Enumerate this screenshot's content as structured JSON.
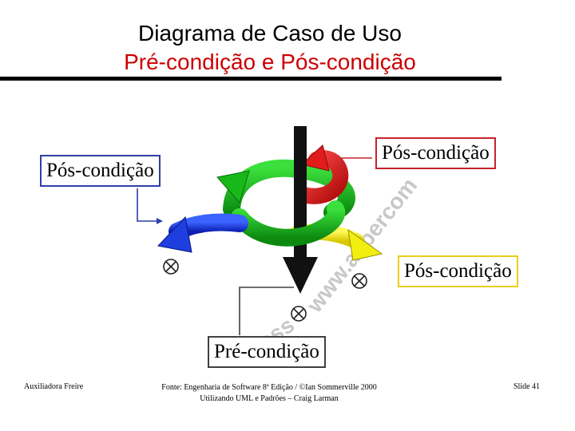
{
  "slide": {
    "title": "Diagrama de Caso de Uso",
    "subtitle": "Pré-condição e Pós-condição"
  },
  "labels": {
    "postcondition_left": "Pós-condição",
    "postcondition_top_right": "Pós-condição",
    "postcondition_right": "Pós-condição",
    "precondition": "Pré-condição"
  },
  "watermark": "www.aspercom",
  "watermark_left": "ess",
  "footer": {
    "author": "Auxiliadora Freire",
    "source_line1": "Fonte: Engenharia de Software 8ª Edição / ©Ian Sommerville 2000",
    "source_line2": "Utilizando UML e Padrões – Craig Larman",
    "slide_number": "Slide 41"
  },
  "colors": {
    "subtitle": "#cc0000",
    "blue_arrow": "#1e3ee0",
    "green_arrow": "#18b81a",
    "red_arrow": "#e21b1b",
    "yellow_arrow": "#f2ee10",
    "main_arrow": "#111111"
  }
}
